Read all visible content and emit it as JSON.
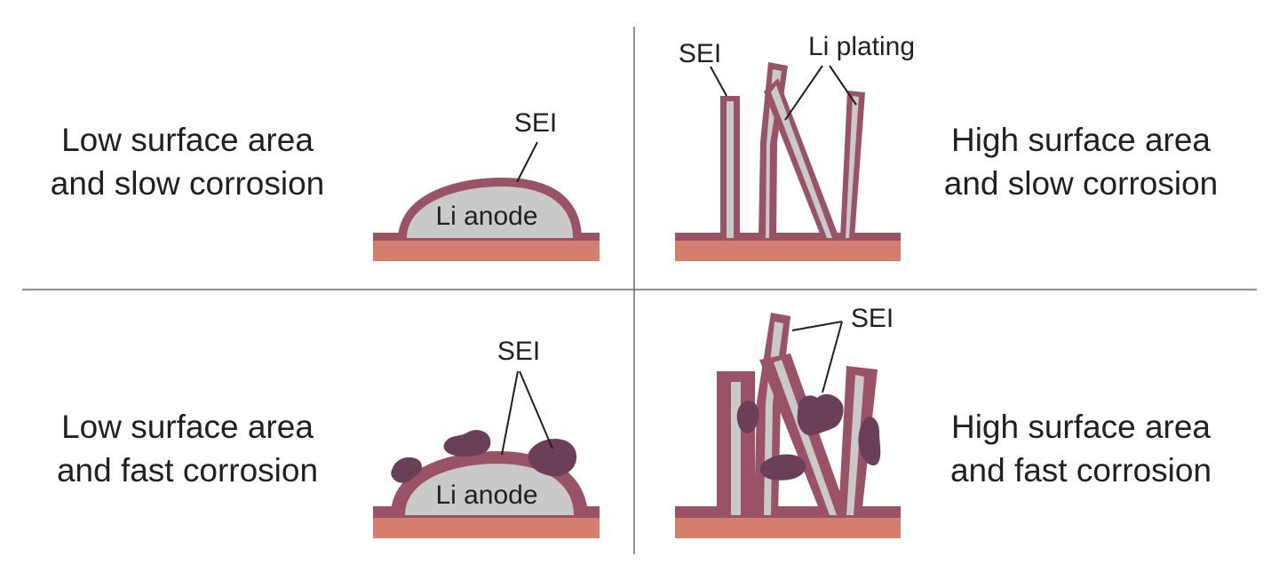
{
  "colors": {
    "substrate": "#d47e6d",
    "sei": "#9a5266",
    "lithium": "#c9c9c9",
    "sei_particle": "#6b3f57",
    "line": "#231f20",
    "divider": "#6b6b6b"
  },
  "panels": {
    "top_left": {
      "caption_line1": "Low surface area",
      "caption_line2": "and slow corrosion",
      "anode_label": "Li anode",
      "sei_label": "SEI"
    },
    "top_right": {
      "caption_line1": "High surface area",
      "caption_line2": "and slow corrosion",
      "sei_label": "SEI",
      "plating_label": "Li plating"
    },
    "bottom_left": {
      "caption_line1": "Low surface area",
      "caption_line2": "and fast corrosion",
      "anode_label": "Li anode",
      "sei_label": "SEI"
    },
    "bottom_right": {
      "caption_line1": "High surface area",
      "caption_line2": "and fast corrosion",
      "sei_label": "SEI"
    }
  }
}
